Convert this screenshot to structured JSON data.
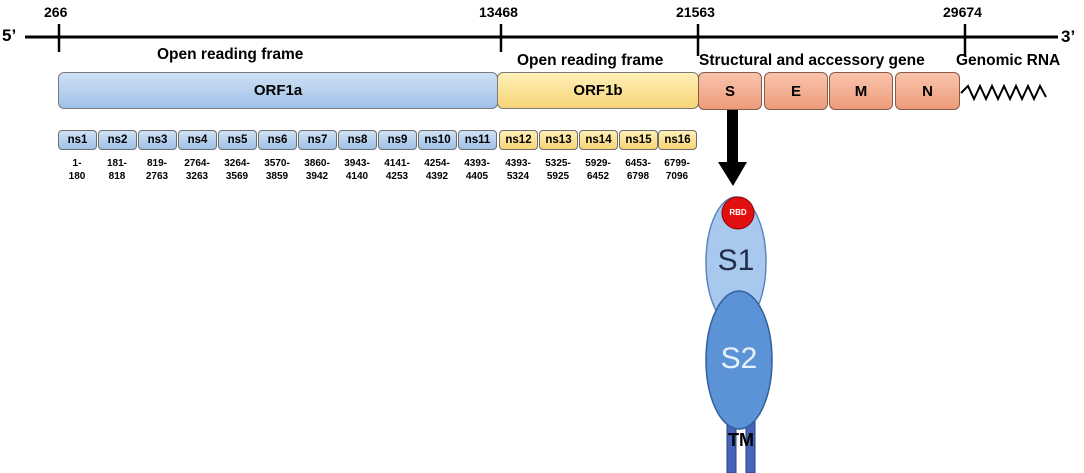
{
  "genome": {
    "five_prime": "5’",
    "three_prime": "3’",
    "positions": [
      "266",
      "13468",
      "21563",
      "29674"
    ]
  },
  "sections": {
    "orf1a_header": "Open reading frame",
    "orf1b_header": "Open reading frame",
    "structural_header": "Structural and accessory gene",
    "genomic_rna": "Genomic RNA"
  },
  "orfs": {
    "orf1a": "ORF1a",
    "orf1b": "ORF1b"
  },
  "genes": [
    "S",
    "E",
    "M",
    "N"
  ],
  "nsps": [
    {
      "label": "ns1",
      "start": "1-",
      "end": "180"
    },
    {
      "label": "ns2",
      "start": "181-",
      "end": "818"
    },
    {
      "label": "ns3",
      "start": "819-",
      "end": "2763"
    },
    {
      "label": "ns4",
      "start": "2764-",
      "end": "3263"
    },
    {
      "label": "ns5",
      "start": "3264-",
      "end": "3569"
    },
    {
      "label": "ns6",
      "start": "3570-",
      "end": "3859"
    },
    {
      "label": "ns7",
      "start": "3860-",
      "end": "3942"
    },
    {
      "label": "ns8",
      "start": "3943-",
      "end": "4140"
    },
    {
      "label": "ns9",
      "start": "4141-",
      "end": "4253"
    },
    {
      "label": "ns10",
      "start": "4254-",
      "end": "4392"
    },
    {
      "label": "ns11",
      "start": "4393-",
      "end": "4405"
    },
    {
      "label": "ns12",
      "start": "4393-",
      "end": "5324"
    },
    {
      "label": "ns13",
      "start": "5325-",
      "end": "5925"
    },
    {
      "label": "ns14",
      "start": "5929-",
      "end": "6452"
    },
    {
      "label": "ns15",
      "start": "6453-",
      "end": "6798"
    },
    {
      "label": "ns16",
      "start": "6799-",
      "end": "7096"
    }
  ],
  "spike": {
    "rbd": "RBD",
    "s1": "S1",
    "s2": "S2",
    "tm": "TM"
  },
  "colors": {
    "orf1a": "#a8c7ea",
    "orf1b": "#f8d67e",
    "genes": "#f2a88a",
    "rbd": "#e01010",
    "s1": "#a9c8ee",
    "s2": "#5b93d6",
    "tm": "#4664b8"
  }
}
